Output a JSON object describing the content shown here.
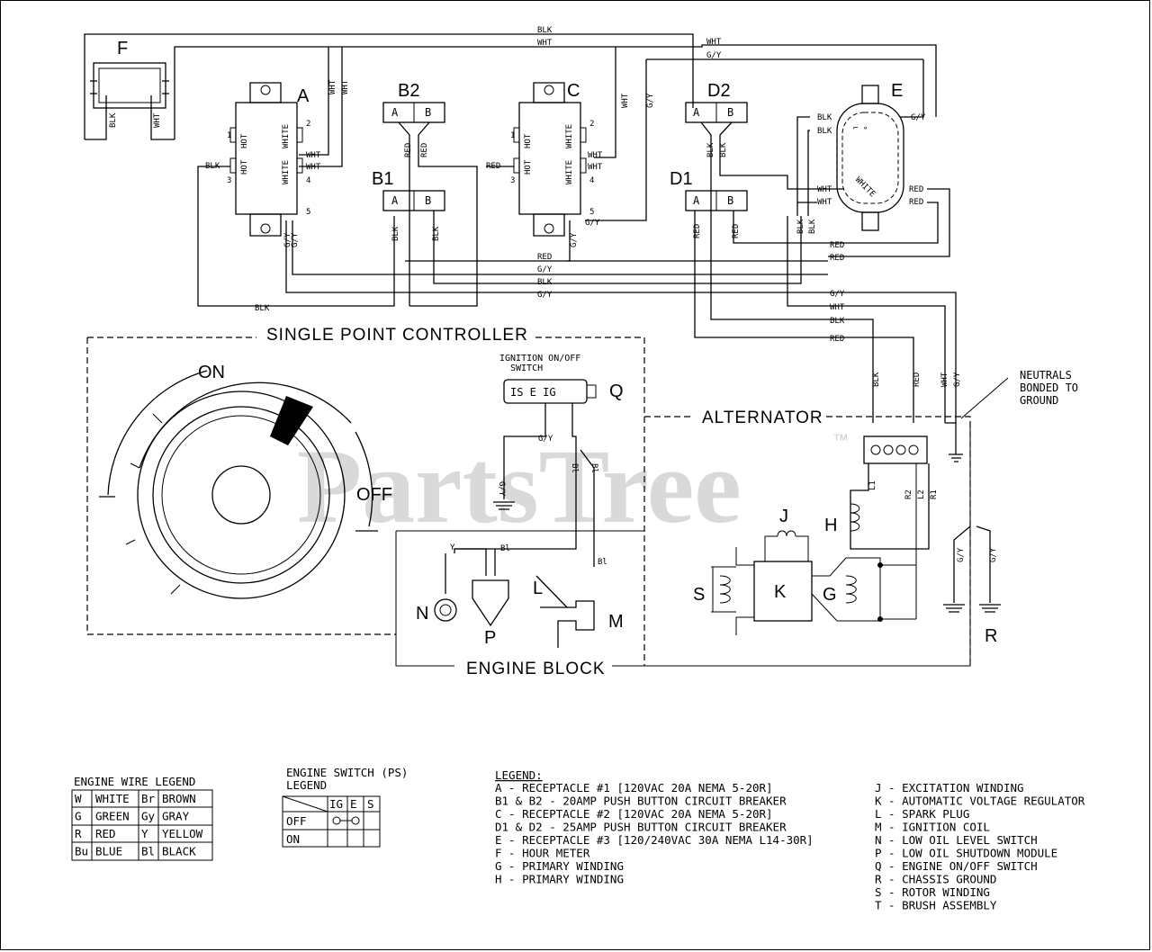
{
  "components": {
    "F": "F",
    "A": "A",
    "B2": "B2",
    "C": "C",
    "D2": "D2",
    "E": "E",
    "B1": "B1",
    "D1": "D1",
    "Q": "Q",
    "J": "J",
    "H": "H",
    "K": "K",
    "G": "G",
    "S": "S",
    "N": "N",
    "P": "P",
    "L": "L",
    "M": "M",
    "R": "R"
  },
  "sections": {
    "controller": "SINGLE POINT CONTROLLER",
    "alternator": "ALTERNATOR",
    "engine_block": "ENGINE BLOCK",
    "on": "ON",
    "off": "OFF",
    "ignition_switch": [
      "IGNITION ON/OFF",
      "SWITCH"
    ],
    "ignition_positions": "IS E IG",
    "neutrals_note": [
      "NEUTRALS",
      "BONDED TO",
      "GROUND"
    ]
  },
  "watermark": "PartsTree",
  "engine_wire_legend": {
    "title": "ENGINE WIRE LEGEND",
    "rows": [
      [
        "W",
        "WHITE",
        "Br",
        "BROWN"
      ],
      [
        "G",
        "GREEN",
        "Gy",
        "GRAY"
      ],
      [
        "R",
        "RED",
        "Y",
        "YELLOW"
      ],
      [
        "Bu",
        "BLUE",
        "Bl",
        "BLACK"
      ]
    ]
  },
  "engine_switch_legend": {
    "title": [
      "ENGINE SWITCH (PS)",
      "LEGEND"
    ],
    "headers": [
      "IG",
      "E",
      "S"
    ],
    "rows": [
      "OFF",
      "ON"
    ]
  },
  "legend": {
    "title": "LEGEND:",
    "left": [
      "A - RECEPTACLE #1 [120VAC 20A NEMA 5-20R]",
      "B1 & B2 - 20AMP PUSH BUTTON CIRCUIT BREAKER",
      "C - RECEPTACLE #2 [120VAC 20A NEMA 5-20R]",
      "D1 & D2 - 25AMP PUSH BUTTON CIRCUIT BREAKER",
      "E - RECEPTACLE #3 [120/240VAC 30A NEMA L14-30R]",
      "F - HOUR METER",
      "G - PRIMARY WINDING",
      "H - PRIMARY WINDING"
    ],
    "right": [
      "J - EXCITATION WINDING",
      "K - AUTOMATIC VOLTAGE REGULATOR",
      "L - SPARK PLUG",
      "M - IGNITION COIL",
      "N - LOW OIL LEVEL SWITCH",
      "P - LOW OIL SHUTDOWN MODULE",
      "Q - ENGINE ON/OFF SWITCH",
      "R - CHASSIS GROUND",
      "S - ROTOR WINDING",
      "T - BRUSH ASSEMBLY"
    ]
  }
}
